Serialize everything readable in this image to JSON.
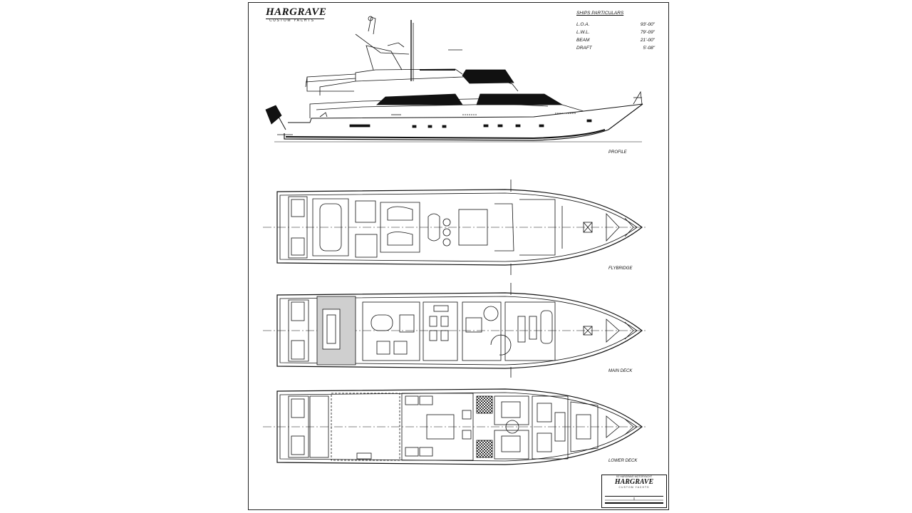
{
  "brand": {
    "name": "HARGRAVE",
    "subtitle": "CUSTOM YACHTS"
  },
  "particulars": {
    "title": "SHIPS PARTICULARS",
    "rows": [
      {
        "label": "L.O.A.",
        "value": "93'-00\""
      },
      {
        "label": "L.W.L.",
        "value": "79'-09\""
      },
      {
        "label": "BEAM",
        "value": "21'-00\""
      },
      {
        "label": "DRAFT",
        "value": "5'-08\""
      }
    ]
  },
  "views": {
    "profile": "PROFILE",
    "flybridge": "FLYBRIDGE",
    "main_deck": "MAIN DECK",
    "lower_deck": "LOWER DECK"
  },
  "title_block": {
    "line1": "93' HARGRAVE MOTORYACHT",
    "brand": "HARGRAVE",
    "subtitle": "CUSTOM YACHTS"
  }
}
